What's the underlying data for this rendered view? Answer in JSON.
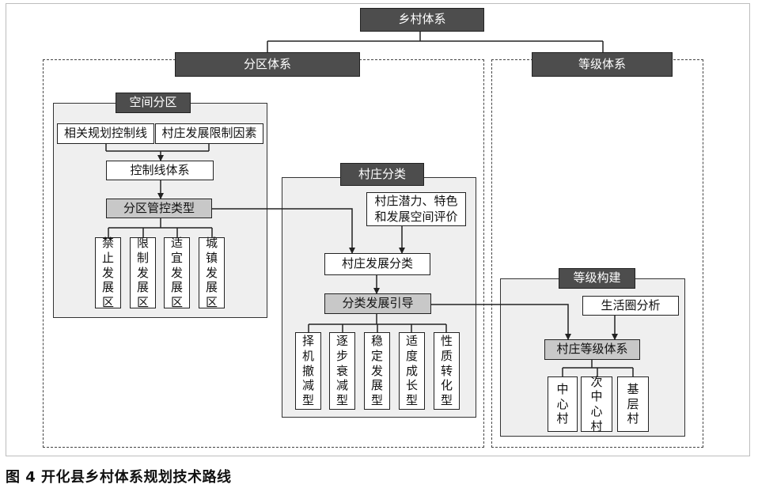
{
  "title": "乡村体系",
  "zoning": {
    "header": "分区体系",
    "space": {
      "header": "空间分区",
      "input_a": "相关规划控制线",
      "input_b": "村庄发展限制因素",
      "control_system": "控制线体系",
      "control_type": "分区管控类型",
      "zones": [
        "禁止发展区",
        "限制发展区",
        "适宜发展区",
        "城镇发展区"
      ]
    },
    "village": {
      "header": "村庄分类",
      "evaluation": "村庄潜力、特色和发展空间评价",
      "classification": "村庄发展分类",
      "guidance": "分类发展引导",
      "types": [
        "择机撤减型",
        "逐步衰减型",
        "稳定发展型",
        "适度成长型",
        "性质转化型"
      ]
    }
  },
  "hierarchy": {
    "header": "等级体系",
    "build": {
      "header": "等级构建",
      "circle": "生活圈分析",
      "system": "村庄等级体系",
      "levels": [
        "中心村",
        "次中心村",
        "基层村"
      ]
    }
  },
  "caption": "图 4 开化县乡村体系规划技术路线"
}
